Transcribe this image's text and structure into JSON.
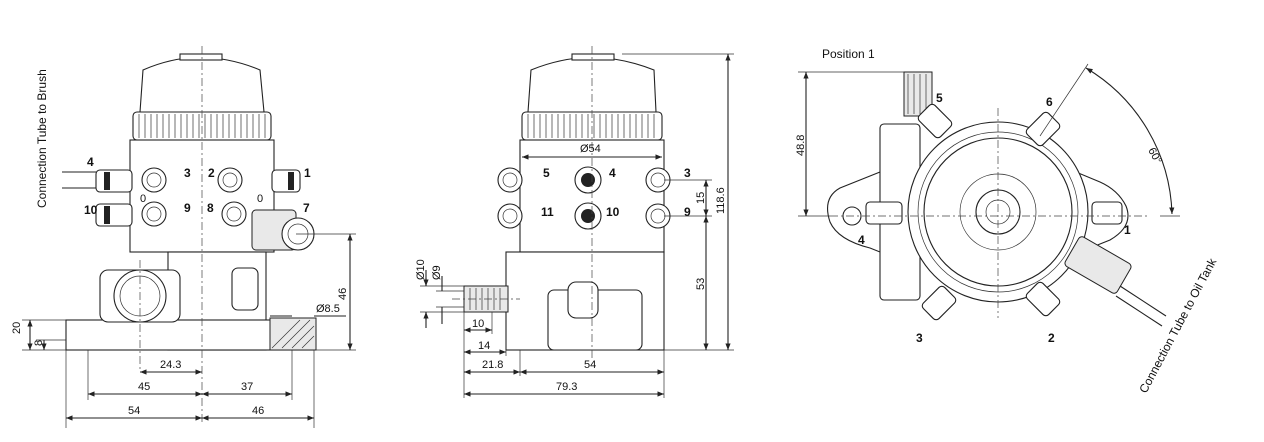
{
  "captions": {
    "tube_brush": "Connection Tube to Brush",
    "tube_oil": "Connection Tube to Oil Tank",
    "position": "Position 1"
  },
  "front_view": {
    "ports": [
      "4",
      "3",
      "2",
      "1",
      "10",
      "9",
      "8",
      "7"
    ],
    "zeros": [
      "0",
      "0"
    ],
    "dims": {
      "d20": "20",
      "d8": "8",
      "d24_3": "24.3",
      "d45": "45",
      "d37": "37",
      "d54": "54",
      "d46b": "46",
      "d46": "46",
      "d8_5": "Ø8.5"
    }
  },
  "side_view": {
    "ports": [
      "5",
      "4",
      "3",
      "11",
      "10",
      "9"
    ],
    "dims": {
      "d54_dia": "Ø54",
      "d10_dia": "Ø10",
      "d9_dia": "Ø9",
      "d10": "10",
      "d14": "14",
      "d21_8": "21.8",
      "d54": "54",
      "d79_3": "79.3",
      "d15": "15",
      "d53": "53",
      "d118_6": "118.6"
    }
  },
  "top_view": {
    "ports": [
      "5",
      "6",
      "4",
      "1",
      "3",
      "2"
    ],
    "dims": {
      "d48_8": "48.8",
      "angle": "60°"
    }
  }
}
